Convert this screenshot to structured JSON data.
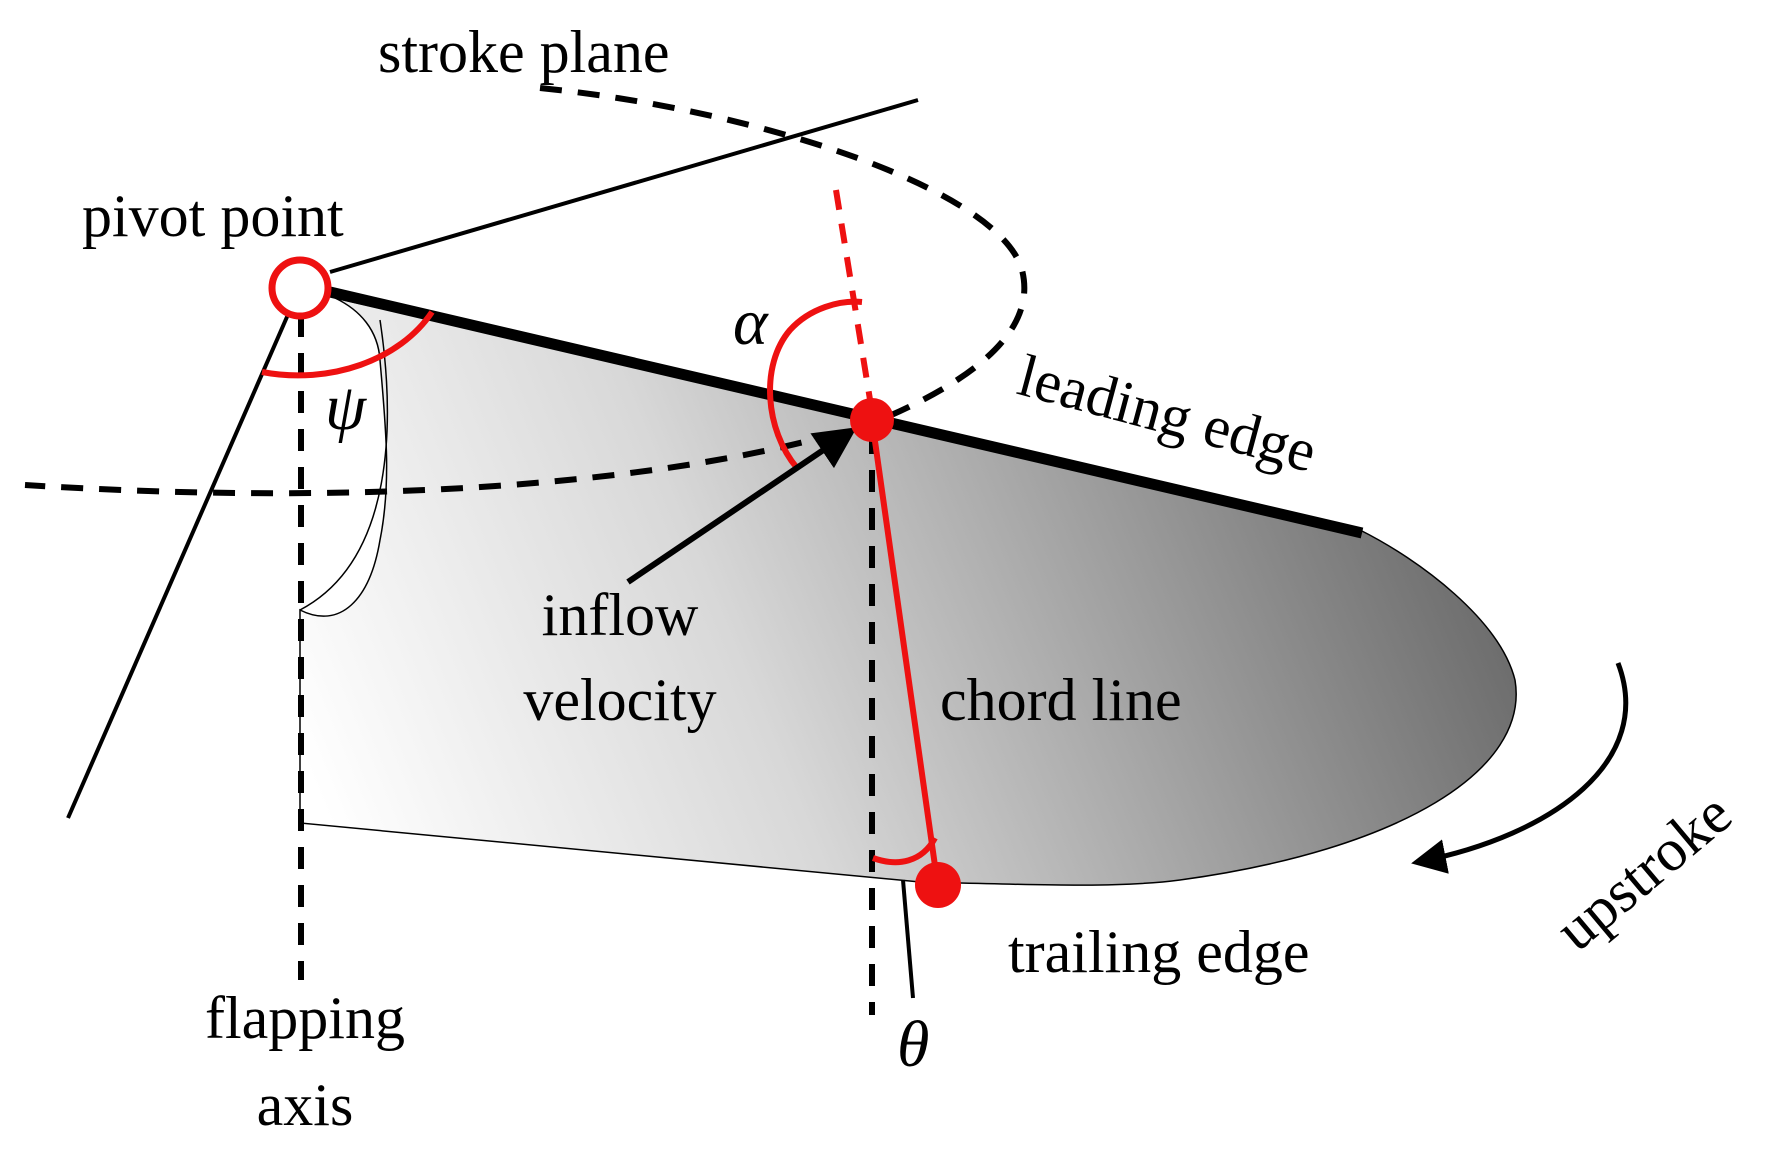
{
  "labels": {
    "stroke_plane": "stroke plane",
    "pivot_point": "pivot point",
    "leading_edge": "leading edge",
    "inflow_velocity_line1": "inflow",
    "inflow_velocity_line2": "velocity",
    "chord_line": "chord line",
    "trailing_edge": "trailing edge",
    "upstroke": "upstroke",
    "flapping_axis_line1": "flapping",
    "flapping_axis_line2": "axis"
  },
  "symbols": {
    "psi": "ψ",
    "alpha": "α",
    "theta": "θ"
  },
  "colors": {
    "accent_red": "#ee1111",
    "line_black": "#000000",
    "wing_gradient_light": "#ffffff",
    "wing_gradient_dark": "#6a6a6a"
  }
}
